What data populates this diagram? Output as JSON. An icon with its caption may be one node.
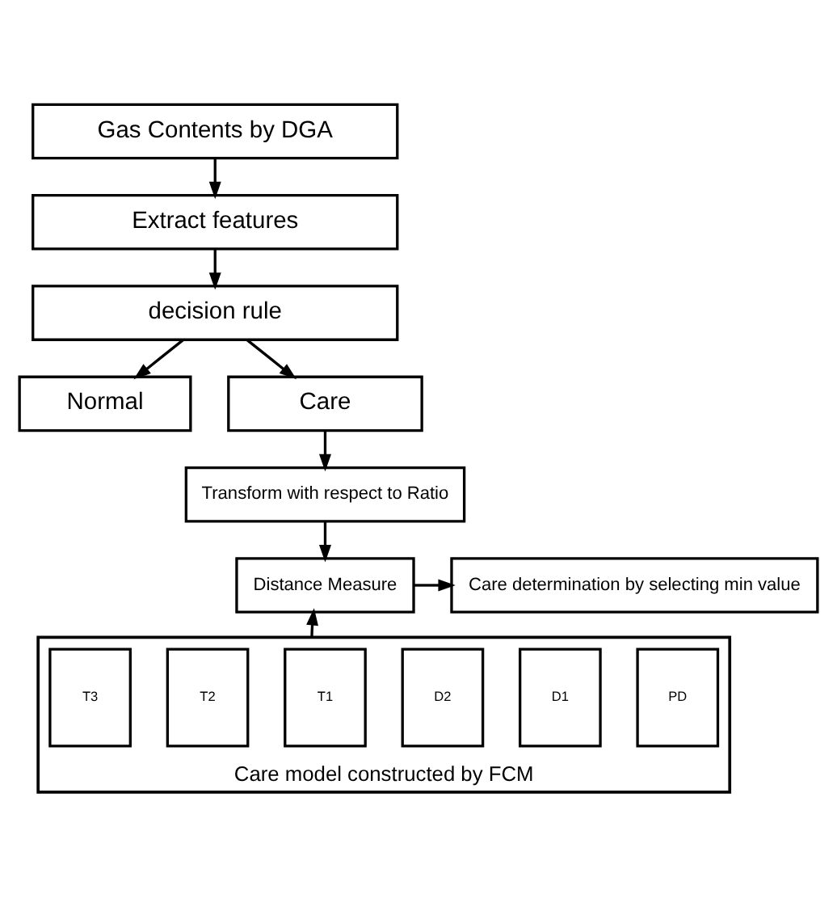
{
  "diagram": {
    "nodes": [
      {
        "text": [
          "Gas Contents by DGA"
        ]
      },
      {
        "text": [
          "Extract features"
        ]
      },
      {
        "text": [
          "decision rule"
        ]
      },
      {
        "text": [
          "Normal"
        ]
      },
      {
        "text": [
          "Care"
        ]
      },
      {
        "text": [
          "Transform with respect to Ratio"
        ]
      },
      {
        "text": [
          "Care determination by selecting min value"
        ]
      },
      {
        "text": [
          "Distance Measure"
        ]
      },
      {
        "text": [
          "Care model constructed by FCM"
        ]
      },
      {
        "text": [
          "PD"
        ],
        "in": 8
      },
      {
        "text": [
          "D1"
        ],
        "in": 8
      },
      {
        "text": [
          "D2"
        ],
        "in": 8
      },
      {
        "text": [
          "T1"
        ],
        "in": 8
      },
      {
        "text": [
          "T2"
        ],
        "in": 8
      },
      {
        "text": [
          "T3"
        ],
        "in": 8
      }
    ],
    "edges": [
      {
        "from": 0,
        "to": 1,
        "arrow": "to"
      },
      {
        "from": 1,
        "to": 2,
        "arrow": "to"
      },
      {
        "from": 2,
        "to": 3,
        "arrow": "to"
      },
      {
        "from": 2,
        "to": 4,
        "arrow": "to"
      },
      {
        "from": 4,
        "to": 5,
        "arrow": "to"
      },
      {
        "from": 5,
        "to": 7,
        "arrow": "to"
      },
      {
        "from": 7,
        "to": 6,
        "arrow": "to"
      },
      {
        "from": 8,
        "to": 7,
        "arrow": "to"
      }
    ]
  }
}
